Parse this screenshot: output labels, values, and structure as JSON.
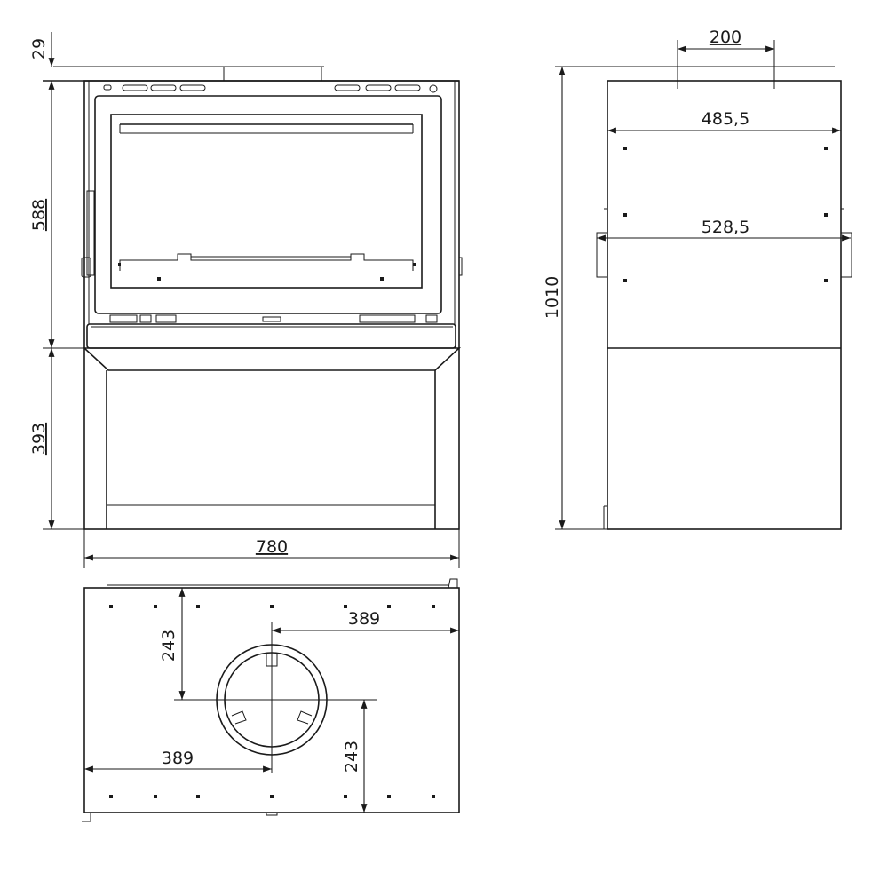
{
  "drawing": {
    "front_view": {
      "dimensions": {
        "top_offset": "29",
        "upper_height": "588",
        "lower_height": "393",
        "width": "780"
      }
    },
    "side_view": {
      "dimensions": {
        "flue_width": "200",
        "inner_width": "485,5",
        "outer_width": "528,5",
        "total_height": "1010"
      }
    },
    "top_view": {
      "dimensions": {
        "flue_from_back": "243",
        "flue_from_side_right": "389",
        "flue_from_side_left": "389",
        "flue_from_front": "243"
      }
    }
  }
}
